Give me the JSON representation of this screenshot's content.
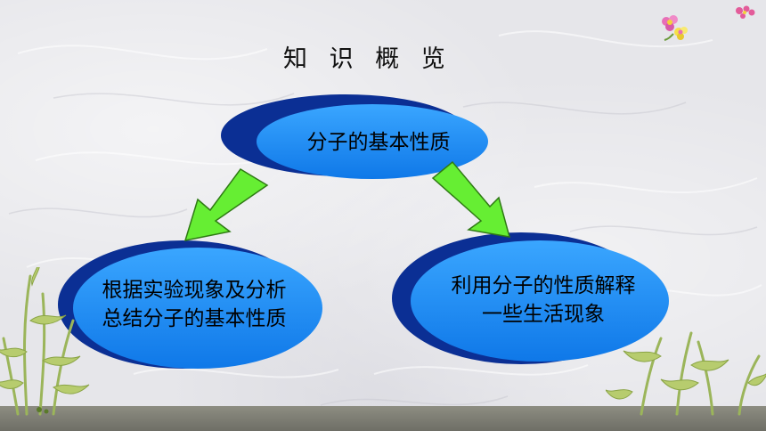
{
  "slide": {
    "title": "知 识 概 览"
  },
  "diagram": {
    "top_node": "分子的基本性质",
    "left_node": {
      "line1": "根据实验现象及分析",
      "line2": "总结分子的基本性质"
    },
    "right_node": {
      "line1": "利用分子的性质解释",
      "line2": "一些生活现象"
    }
  },
  "icons": {
    "flower": "flower-icon",
    "corner_logo": "corner-logo-icon",
    "grass": "grass-icon",
    "arrow": "arrow-icon"
  },
  "colors": {
    "ellipse_fill": "#1a8cff",
    "ellipse_shadow": "#0a2a8a",
    "arrow": "#5ee62e",
    "ground": "#7a7a70"
  }
}
